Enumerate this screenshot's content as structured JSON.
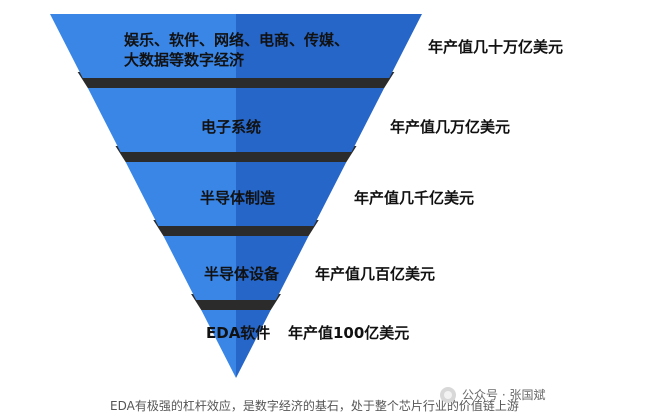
{
  "pyramid": {
    "tiers": [
      {
        "name_lines": [
          "娱乐、软件、网络、电商、传媒、",
          "大数据等数字经济"
        ],
        "value": "年产值几十万亿美元"
      },
      {
        "name_lines": [
          "电子系统"
        ],
        "value": "年产值几万亿美元"
      },
      {
        "name_lines": [
          "半导体制造"
        ],
        "value": "年产值几千亿美元"
      },
      {
        "name_lines": [
          "半导体设备"
        ],
        "value": "年产值几百亿美元"
      },
      {
        "name_lines": [
          "EDA软件"
        ],
        "value": "年产值100亿美元"
      }
    ]
  },
  "caption": "EDA有极强的杠杆效应，是数字经济的基石，处于整个芯片行业的价值链上游",
  "watermark": "公众号 · 张国斌",
  "colors": {
    "tier_light": "#3a86e6",
    "tier_dark": "#2666c8",
    "shadow": "#2b2b2b"
  }
}
